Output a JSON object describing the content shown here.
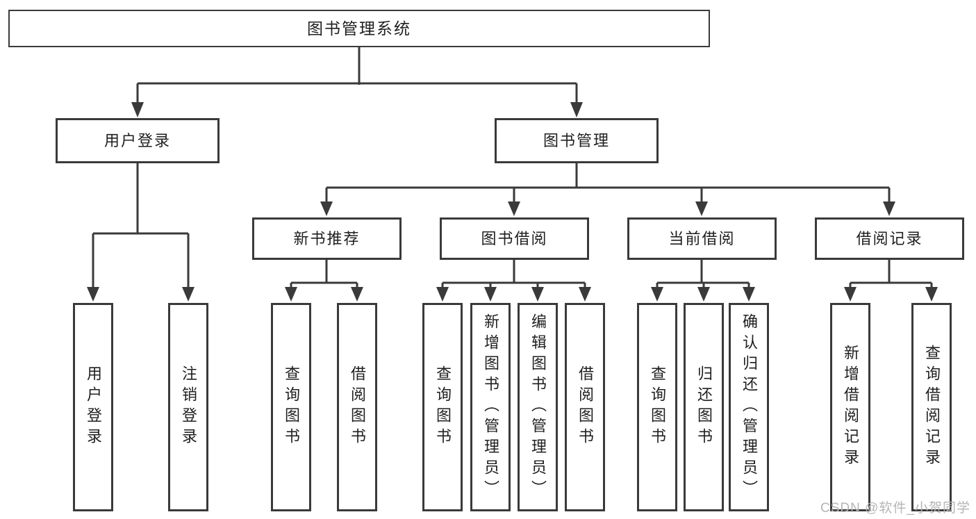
{
  "tree": {
    "root": {
      "label": "图书管理系统"
    },
    "branches": [
      {
        "label": "用户登录",
        "children": [
          {
            "label": "用户登录"
          },
          {
            "label": "注销登录"
          }
        ]
      },
      {
        "label": "图书管理",
        "children": [
          {
            "label": "新书推荐",
            "children": [
              {
                "label": "查询图书"
              },
              {
                "label": "借阅图书"
              }
            ]
          },
          {
            "label": "图书借阅",
            "children": [
              {
                "label": "查询图书"
              },
              {
                "label": "新增图书（管理员）"
              },
              {
                "label": "编辑图书（管理员）"
              },
              {
                "label": "借阅图书"
              }
            ]
          },
          {
            "label": "当前借阅",
            "children": [
              {
                "label": "查询图书"
              },
              {
                "label": "归还图书"
              },
              {
                "label": "确认归还（管理员）"
              }
            ]
          },
          {
            "label": "借阅记录",
            "children": [
              {
                "label": "新增借阅记录"
              },
              {
                "label": "查询借阅记录"
              }
            ]
          }
        ]
      }
    ]
  },
  "watermark": {
    "text": "CSDN @软件_小贺同学"
  },
  "colors": {
    "line": "#3a3a3a",
    "box_border": "#3a3a3a",
    "text": "#1f1f1f",
    "watermark": "#b5b5b5",
    "background": "#ffffff"
  }
}
